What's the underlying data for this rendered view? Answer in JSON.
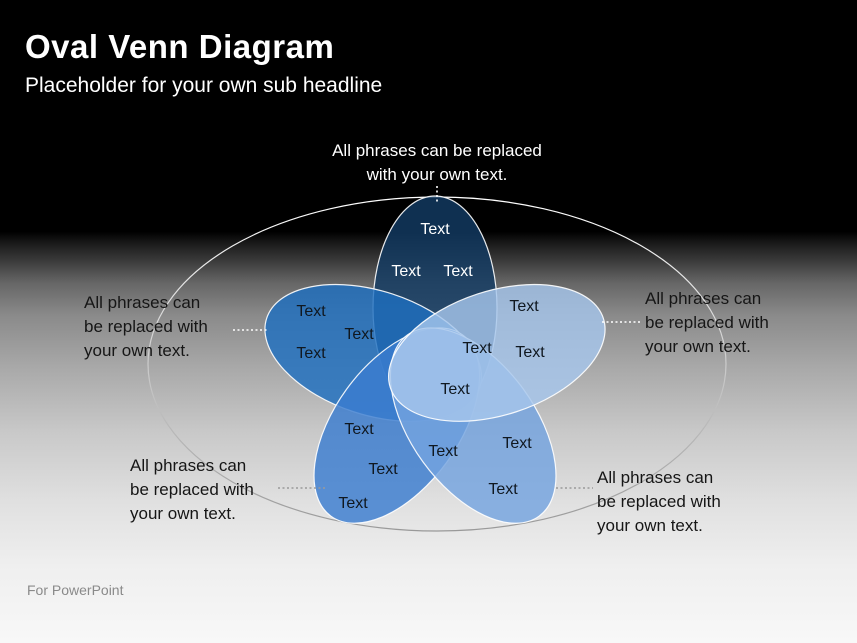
{
  "slide": {
    "title": "Oval Venn Diagram",
    "subtitle": "Placeholder for your own sub headline",
    "footer": "For PowerPoint"
  },
  "colors": {
    "petal_top": "#123A63",
    "petal_left": "#1E6FC0",
    "petal_bottom_left": "#3A7CD0",
    "petal_bottom_right": "#74A3DF",
    "petal_right": "#A6C6EC",
    "petal_stroke": "#FFFFFF",
    "label_light": "#FFFFFF",
    "label_dark": "#101820",
    "leader_light": "#FFFFFF",
    "leader_gray": "#9A9A9A",
    "ring_top": "#FFFFFF",
    "ring_bottom": "#999999"
  },
  "venn": {
    "petals": [
      {
        "name": "top",
        "labels": [
          "Text",
          "Text",
          "Text"
        ]
      },
      {
        "name": "left",
        "labels": [
          "Text",
          "Text",
          "Text"
        ]
      },
      {
        "name": "bottom-left",
        "labels": [
          "Text",
          "Text",
          "Text"
        ]
      },
      {
        "name": "bottom-right",
        "labels": [
          "Text",
          "Text",
          "Text"
        ]
      },
      {
        "name": "right",
        "labels": [
          "Text",
          "Text",
          "Text"
        ]
      }
    ],
    "center_label": "Text"
  },
  "callouts": {
    "top": {
      "lines": [
        "All phrases can be replaced",
        "with your own text."
      ]
    },
    "left": {
      "lines": [
        "All phrases can",
        "be replaced with",
        "your own text."
      ]
    },
    "right": {
      "lines": [
        "All phrases can",
        "be replaced with",
        "your own text."
      ]
    },
    "bottom_left": {
      "lines": [
        "All phrases can",
        "be replaced with",
        "your own text."
      ]
    },
    "bottom_right": {
      "lines": [
        "All phrases can",
        "be replaced with",
        "your own text."
      ]
    }
  }
}
